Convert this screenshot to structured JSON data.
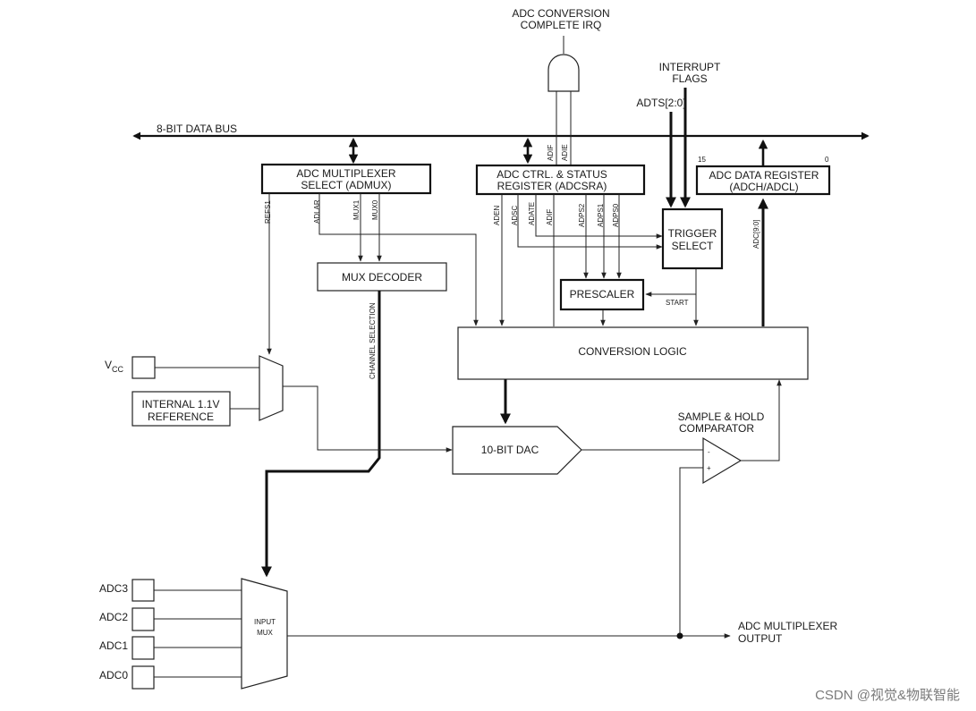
{
  "bus": {
    "label": "8-BIT DATA BUS"
  },
  "irq": {
    "line1": "ADC CONVERSION",
    "line2": "COMPLETE IRQ"
  },
  "interrupt_flags": {
    "line1": "INTERRUPT",
    "line2": "FLAGS"
  },
  "adts_label": "ADTS[2:0]",
  "admux": {
    "line1": "ADC MULTIPLEXER",
    "line2": "SELECT (ADMUX)"
  },
  "adcsra": {
    "line1": "ADC CTRL. & STATUS",
    "line2": "REGISTER (ADCSRA)"
  },
  "data_register": {
    "line1": "ADC DATA REGISTER",
    "line2": "(ADCH/ADCL)",
    "bit_high": "15",
    "bit_low": "0"
  },
  "admux_bits": {
    "refs1": "REFS1",
    "adlar": "ADLAR",
    "mux1": "MUX1",
    "mux0": "MUX0"
  },
  "adcsra_bits": {
    "aden": "ADEN",
    "adsc": "ADSC",
    "adate": "ADATE",
    "adif": "ADIF",
    "adps2": "ADPS2",
    "adps1": "ADPS1",
    "adps0": "ADPS0"
  },
  "irq_bits": {
    "adif": "ADIF",
    "adie": "ADIE"
  },
  "trigger": {
    "line1": "TRIGGER",
    "line2": "SELECT"
  },
  "mux_decoder": "MUX DECODER",
  "prescaler": "PRESCALER",
  "start_label": "START",
  "conversion_logic": "CONVERSION LOGIC",
  "adc_bits_label": "ADC[9:0]",
  "vcc": {
    "main": "V",
    "sub": "CC"
  },
  "internal_ref": {
    "line1": "INTERNAL 1.1V",
    "line2": "REFERENCE"
  },
  "channel_selection": "CHANNEL SELECTION",
  "dac": "10-BIT DAC",
  "comparator": {
    "line1": "SAMPLE & HOLD",
    "line2": "COMPARATOR",
    "minus": "-",
    "plus": "+"
  },
  "input_mux": {
    "line1": "INPUT",
    "line2": "MUX"
  },
  "adc_inputs": [
    "ADC3",
    "ADC2",
    "ADC1",
    "ADC0"
  ],
  "mux_output": {
    "line1": "ADC MULTIPLEXER",
    "line2": "OUTPUT"
  },
  "watermark": "CSDN @视觉&物联智能"
}
